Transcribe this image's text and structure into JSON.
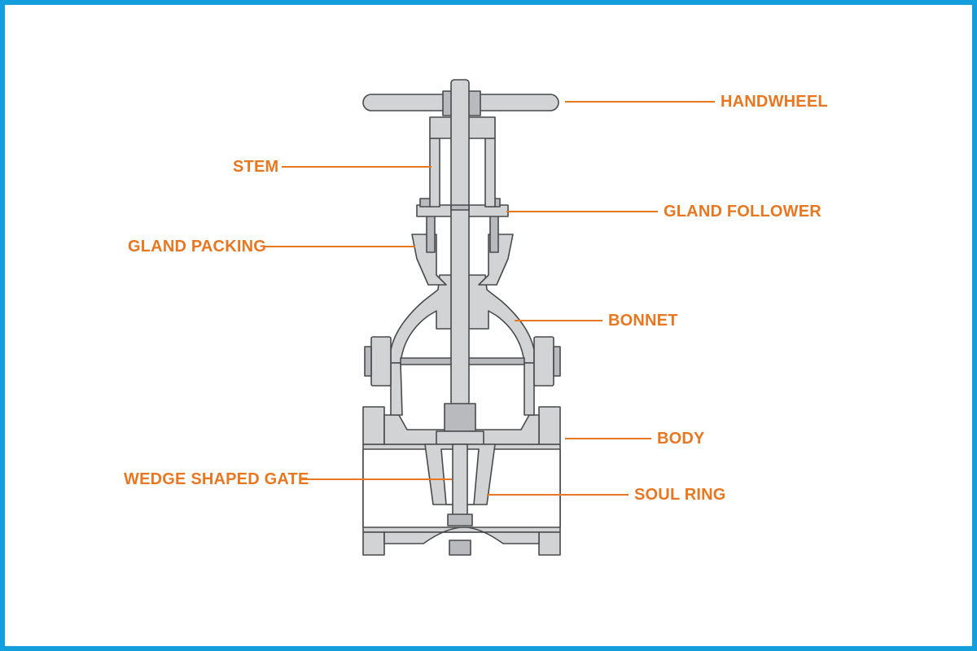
{
  "colors": {
    "frame_border": "#149ede",
    "label": "#e87722",
    "valve_fill": "#d2d3d5",
    "valve_outline": "#4a4a4c"
  },
  "labels": {
    "handwheel": "HANDWHEEL",
    "stem": "STEM",
    "gland_follower": "GLAND FOLLOWER",
    "gland_packing": "GLAND PACKING",
    "bonnet": "BONNET",
    "body": "BODY",
    "wedge_shaped_gate": "WEDGE SHAPED GATE",
    "soul_ring": "SOUL RING"
  }
}
